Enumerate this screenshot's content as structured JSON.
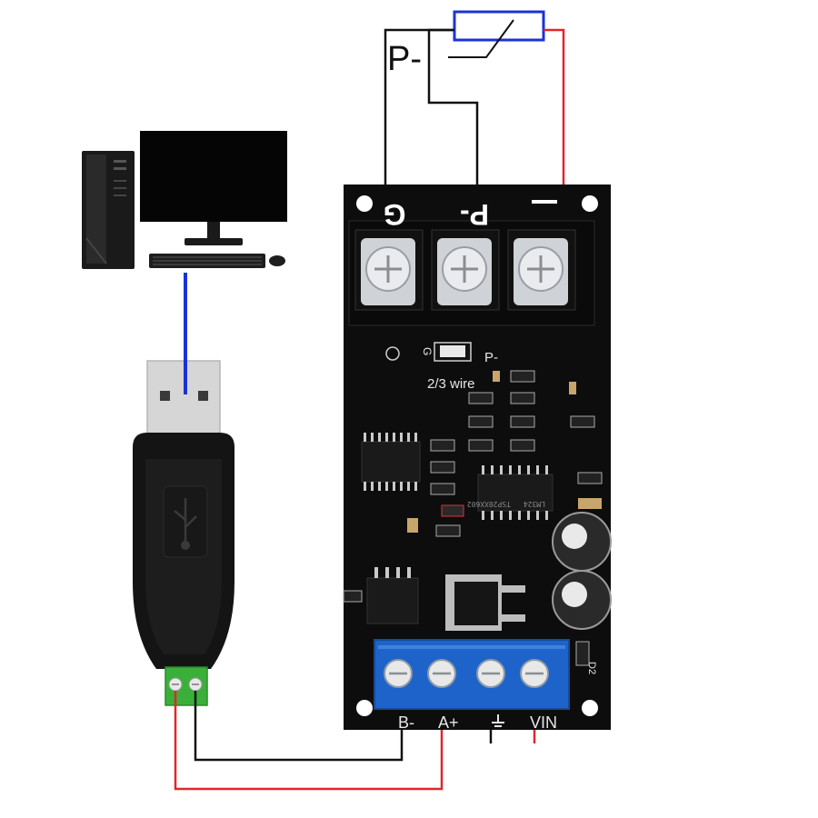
{
  "diagram": {
    "sensor": {
      "wire_label": "P-"
    },
    "board": {
      "top_terminals": [
        "G",
        "P-",
        ""
      ],
      "jumper_label": "P-",
      "jumper_left_label": "G",
      "mode_label": "2/3 wire",
      "bottom_terminals": [
        "B-",
        "A+",
        "",
        "VIN"
      ],
      "diode_label": "D2",
      "chip_labels": [
        "TSP20XX602",
        "LM324"
      ]
    },
    "colors": {
      "power_wire": "#e0262b",
      "signal_wire": "#111111",
      "usb_wire": "#1a33d6",
      "rtd_outline": "#1a33d6",
      "pcb": "#0d0d0d",
      "terminal_blue": "#1e63c9",
      "connector_green": "#3ab03a"
    },
    "icons": [
      "computer-icon",
      "usb-adapter-icon",
      "rtd-sensor-icon"
    ]
  }
}
